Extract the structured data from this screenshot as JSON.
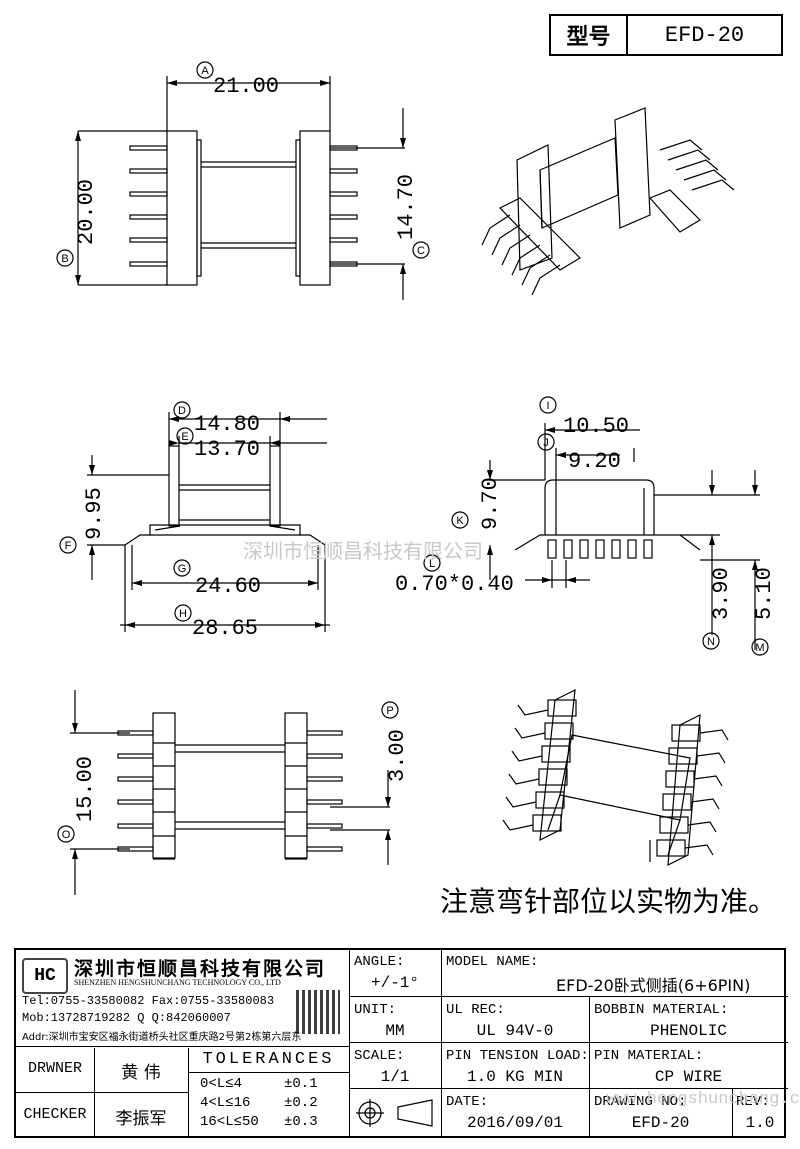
{
  "header": {
    "model_label": "型号",
    "model_value": "EFD-20"
  },
  "dimensions": {
    "A": "21.00",
    "B": "20.00",
    "C": "14.70",
    "D": "14.80",
    "E": "13.70",
    "F": "9.95",
    "G": "24.60",
    "H": "28.65",
    "I": "10.50",
    "J": "9.20",
    "K": "9.70",
    "L": "0.70*0.40",
    "M": "5.10",
    "N": "3.90",
    "O": "15.00",
    "P": "3.00"
  },
  "tags": {
    "A": "A",
    "B": "B",
    "C": "C",
    "D": "D",
    "E": "E",
    "F": "F",
    "G": "G",
    "H": "H",
    "I": "I",
    "J": "J",
    "K": "K",
    "L": "L",
    "M": "M",
    "N": "N",
    "O": "O",
    "P": "P"
  },
  "watermark_cn": "深圳市恒顺昌科技有限公司",
  "watermark_url": "www.hengshunchang.com",
  "note": "注意弯针部位以实物为准。",
  "title_block": {
    "company_cn": "深圳市恒顺昌科技有限公司",
    "company_en": "SHENZHEN HENGSHUNCHANG TECHNOLOGY CO., LTD",
    "tel": "Tel:0755-33580082 Fax:0755-33580083",
    "mob": "Mob:13728719282   Q Q:842060007",
    "addr": "Addr:深圳市宝安区福永街道桥头社区重庆路2号第2栋第六层东",
    "angle_label": "ANGLE:",
    "angle_value": "+/-1°",
    "unit_label": "UNIT:",
    "unit_value": "MM",
    "scale_label": "SCALE:",
    "scale_value": "1/1",
    "model_name_label": "MODEL NAME:",
    "model_name_value": "EFD-20卧式侧插(6+6PIN)",
    "ul_label": "UL REC:",
    "ul_value": "UL 94V-0",
    "bobbin_label": "BOBBIN MATERIAL:",
    "bobbin_value": "PHENOLIC",
    "pin_tension_label": "PIN TENSION LOAD:",
    "pin_tension_value": "1.0 KG MIN",
    "pin_material_label": "PIN MATERIAL:",
    "pin_material_value": "CP WIRE",
    "date_label": "DATE:",
    "date_value": "2016/09/01",
    "drawing_label": "DRAWING NO:",
    "drawing_value": "EFD-20",
    "rev_label": "REV:",
    "rev_value": "1.0",
    "drawer_label": "DRWNER",
    "drawer_value": "黄 伟",
    "checker_label": "CHECKER",
    "checker_value": "李振军",
    "tolerances_label": "TOLERANCES",
    "tol_rows": [
      {
        "range": "0<L≤4",
        "value": "±0.1"
      },
      {
        "range": "4<L≤16",
        "value": "±0.2"
      },
      {
        "range": "16<L≤50",
        "value": "±0.3"
      }
    ]
  }
}
